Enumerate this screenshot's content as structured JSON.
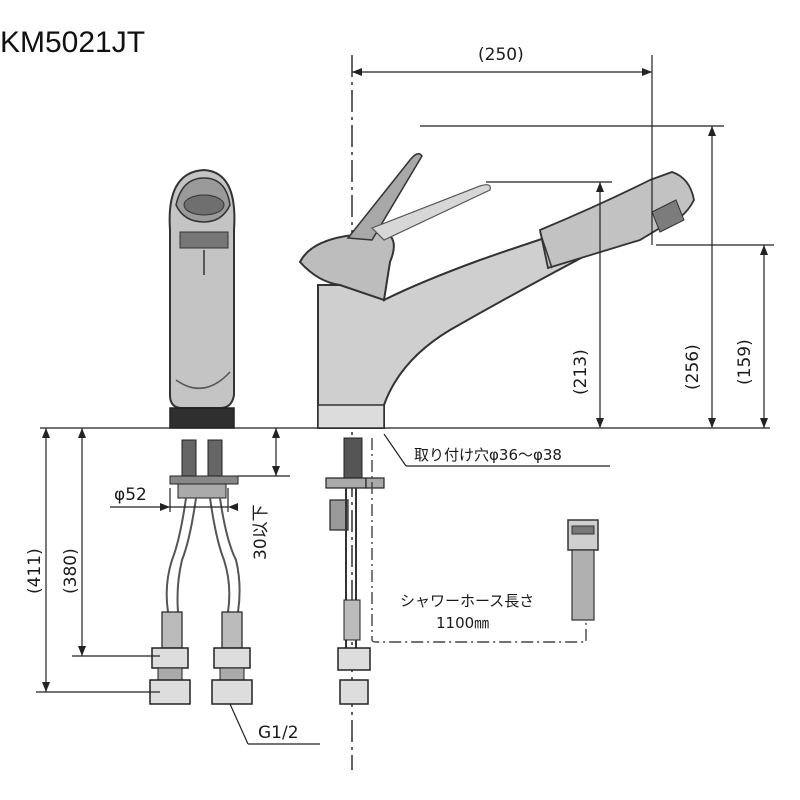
{
  "title": "KM5021JT",
  "dimensions": {
    "spout_reach": "(250)",
    "height_213": "(213)",
    "height_256": "(256)",
    "height_159": "(159)",
    "below_411": "(411)",
    "below_380": "(380)",
    "base_diameter": "φ52",
    "counter_thickness": "30以下",
    "thread_size": "G1/2"
  },
  "notes": {
    "mounting_hole": "取り付け穴φ36～φ38",
    "shower_hose_label": "シャワーホース長さ",
    "shower_hose_length": "1100㎜"
  },
  "colors": {
    "body_fill": "#c9c9c9",
    "dark_fill": "#8c8c8c",
    "line": "#222222",
    "background": "#ffffff"
  }
}
